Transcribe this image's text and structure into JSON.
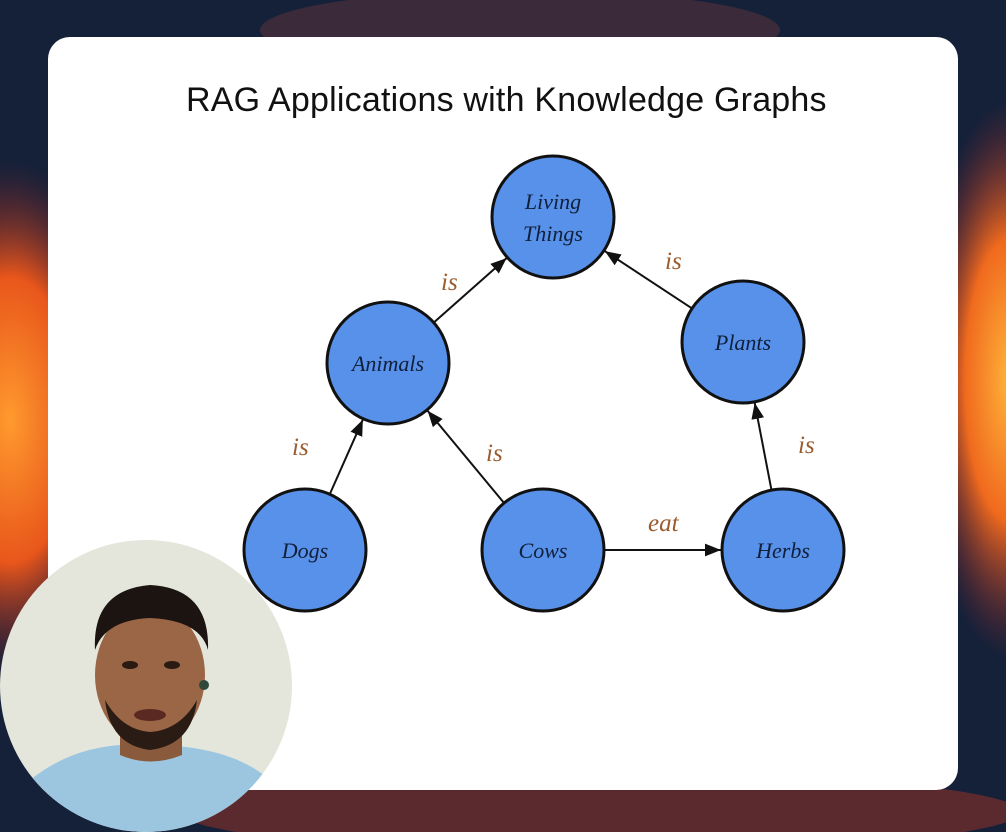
{
  "slide": {
    "title": "RAG Applications with Knowledge Graphs"
  },
  "colors": {
    "node_fill": "#5891ea",
    "node_stroke": "#111111",
    "edge_label": "#9a5c2f",
    "slide_background": "#ffffff"
  },
  "graph": {
    "nodes": [
      {
        "id": "living_things",
        "lines": [
          "Living",
          "Things"
        ]
      },
      {
        "id": "animals",
        "lines": [
          "Animals"
        ]
      },
      {
        "id": "plants",
        "lines": [
          "Plants"
        ]
      },
      {
        "id": "dogs",
        "lines": [
          "Dogs"
        ]
      },
      {
        "id": "cows",
        "lines": [
          "Cows"
        ]
      },
      {
        "id": "herbs",
        "lines": [
          "Herbs"
        ]
      }
    ],
    "edges": [
      {
        "from": "animals",
        "to": "living_things",
        "label": "is"
      },
      {
        "from": "plants",
        "to": "living_things",
        "label": "is"
      },
      {
        "from": "dogs",
        "to": "animals",
        "label": "is"
      },
      {
        "from": "cows",
        "to": "animals",
        "label": "is"
      },
      {
        "from": "herbs",
        "to": "plants",
        "label": "is"
      },
      {
        "from": "cows",
        "to": "herbs",
        "label": "eat"
      }
    ]
  },
  "presenter": {
    "icon": "presenter-webcam-avatar"
  }
}
